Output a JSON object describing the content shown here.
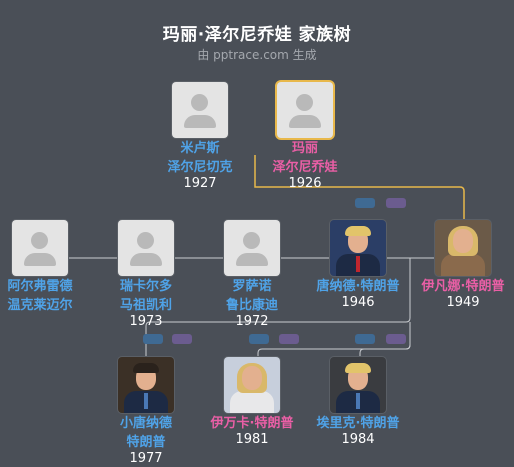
{
  "title": "玛丽·泽尔尼乔娃 家族树",
  "subtitle": "由 pptrace.com 生成",
  "people": {
    "michael": {
      "name_l1": "米卢斯",
      "name_l2": "泽尔尼切克",
      "year": "1927"
    },
    "marie": {
      "name_l1": "玛丽",
      "name_l2": "泽尔尼乔娃",
      "year": "1926"
    },
    "alfred": {
      "name_l1": "阿尔弗雷德",
      "name_l2": "温克莱迈尔",
      "year": ""
    },
    "riccardo": {
      "name_l1": "瑞卡尔多",
      "name_l2": "马祖凯利",
      "year": "1973"
    },
    "rossano": {
      "name_l1": "罗萨诺",
      "name_l2": "鲁比康迪",
      "year": "1972"
    },
    "donald": {
      "name_l1": "唐纳德·特朗普",
      "name_l2": "",
      "year": "1946"
    },
    "ivana": {
      "name_l1": "伊凡娜·特朗普",
      "name_l2": "",
      "year": "1949"
    },
    "donald_jr": {
      "name_l1": "小唐纳德",
      "name_l2": "特朗普",
      "year": "1977"
    },
    "ivanka": {
      "name_l1": "伊万卡·特朗普",
      "name_l2": "",
      "year": "1981"
    },
    "eric": {
      "name_l1": "埃里克·特朗普",
      "name_l2": "",
      "year": "1984"
    }
  },
  "colors": {
    "background": "#4a4f57",
    "male": "#4fa3e8",
    "female": "#ea5fa6",
    "highlight_line": "#e8b84b",
    "line": "#c9ccd0"
  },
  "icons": {
    "placeholder": "person-silhouette-icon",
    "marriage_badges": [
      "link-badge-icon",
      "heart-badge-icon"
    ]
  }
}
